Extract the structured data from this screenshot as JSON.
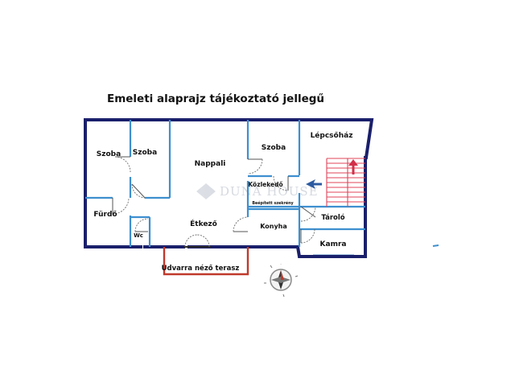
{
  "title": "Emeleti alaprajz tájékoztató jellegű",
  "rooms": {
    "szoba1": "Szoba",
    "szoba2": "Szoba",
    "nappali": "Nappali",
    "szoba3": "Szoba",
    "lepcsohaz": "Lépcsőház",
    "kozlekedo": "Közlekedő",
    "szekreny": "Beépített szekrény",
    "furdo": "Fürdő",
    "wc": "Wc",
    "etkezo": "Étkező",
    "konyha": "Konyha",
    "tarolo": "Tároló",
    "kamra": "Kamra",
    "terasz": "Udvarra néző terasz"
  },
  "watermark": "DUNA HOUSE",
  "colors": {
    "outer_wall": "#1a1f6b",
    "inner_wall": "#3d8fcf",
    "terrace": "#c0392b",
    "stairs": "#e0445a",
    "arrow_up": "#d2304a",
    "entry_arrow": "#2c5aa0"
  },
  "icons": {
    "compass": "compass-icon",
    "entry": "entry-arrow-icon",
    "stairs_up": "stairs-up-arrow-icon"
  }
}
